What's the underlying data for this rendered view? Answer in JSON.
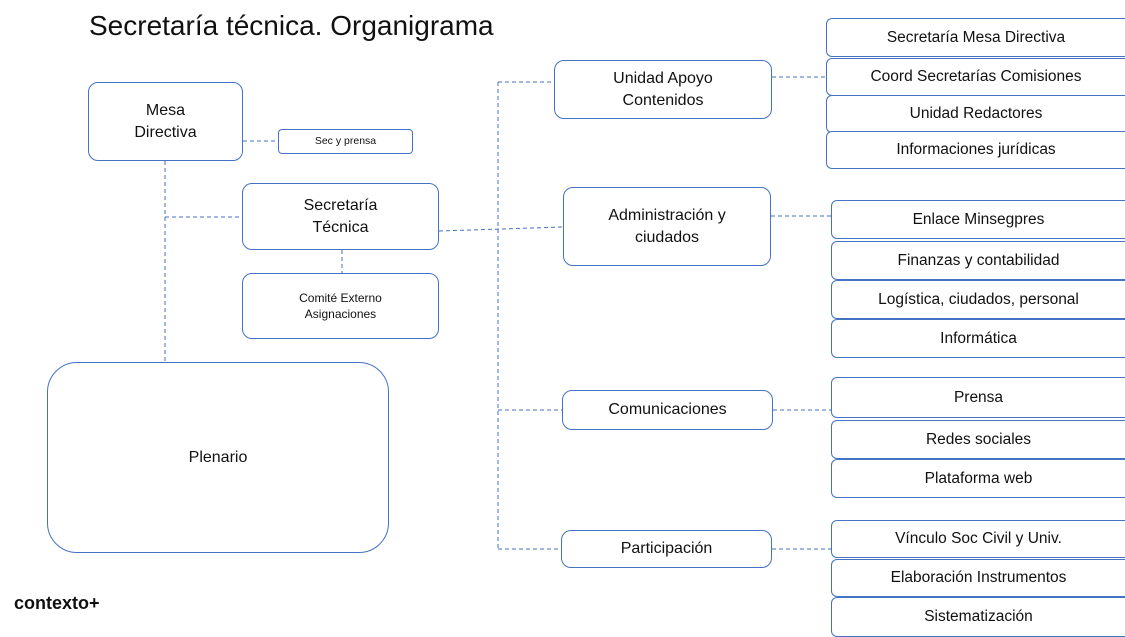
{
  "title": "Secretaría técnica. Organigrama",
  "logo": "contexto+",
  "nodes": {
    "mesa_directiva": "Mesa\nDirectiva",
    "sec_prensa": "Sec y prensa",
    "secretaria_tecnica": "Secretaría\nTécnica",
    "comite_externo": "Comité Externo\nAsignaciones",
    "plenario": "Plenario",
    "unidad_apoyo": "Unidad Apoyo\nContenidos",
    "administracion": "Administración y\nciudados",
    "comunicaciones": "Comunicaciones",
    "participacion": "Participación"
  },
  "groups": {
    "unidad_apoyo": [
      "Secretaría Mesa Directiva",
      "Coord Secretarías Comisiones",
      "Unidad Redactores",
      "Informaciones jurídicas"
    ],
    "administracion": [
      "Enlace Minsegpres",
      "Finanzas y contabilidad",
      "Logística, ciudados, personal",
      "Informática"
    ],
    "comunicaciones": [
      "Prensa",
      "Redes sociales",
      "Plataforma web"
    ],
    "participacion": [
      "Vínculo Soc Civil y Univ.",
      "Elaboración Instrumentos",
      "Sistematización"
    ]
  }
}
